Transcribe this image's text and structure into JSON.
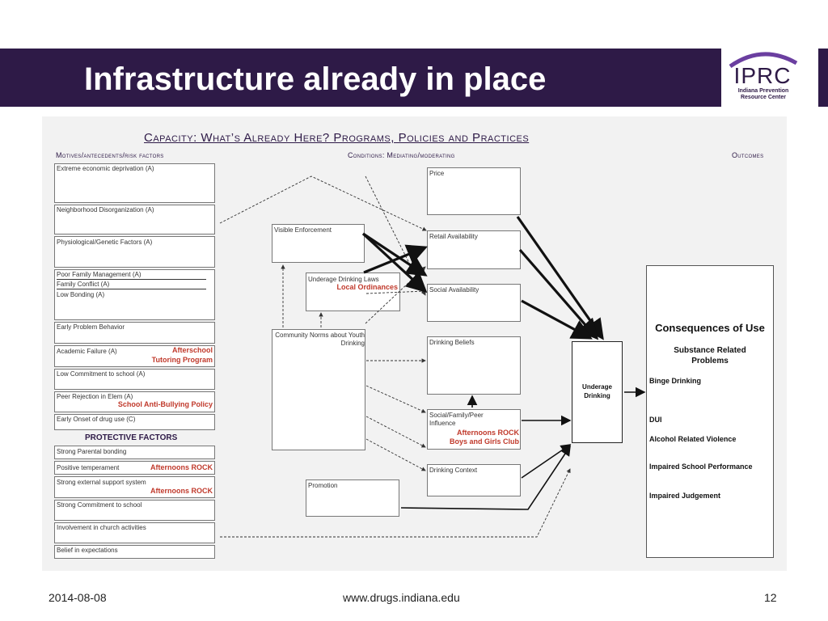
{
  "slide": {
    "title": "Infrastructure already in place",
    "logo": {
      "name": "IPRC",
      "subtitle": "Indiana Prevention Resource Center"
    },
    "colors": {
      "brand": "#2e1a47",
      "highlight": "#c0392b"
    }
  },
  "diagram": {
    "heading": "Capacity: What’s Already Here? Programs, Policies and Practices",
    "col_left": "Motives/antecedents/risk factors",
    "col_mid": "Conditions: Mediating/moderating",
    "col_right": "Outcomes",
    "risk": {
      "economic": "Extreme economic deprivation (A)",
      "neighborhood": "Neighborhood Disorganization (A)",
      "physiological": "Physiological/Genetic Factors (A)",
      "family_mgmt": "Poor Family Management (A)",
      "family_conflict": "Family Conflict (A)",
      "low_bonding": "Low Bonding (A)",
      "early_problem": "Early Problem Behavior",
      "academic": "Academic Failure (A)",
      "academic_prog1": "Afterschool",
      "academic_prog2": "Tutoring Program",
      "low_commit": "Low Commitment to school (A)",
      "peer_reject": "Peer Rejection in Elem (A)",
      "peer_prog": "School Anti-Bullying Policy",
      "early_onset": "Early Onset of drug use (C)"
    },
    "protective": {
      "heading": "PROTECTIVE FACTORS",
      "parental": "Strong Parental bonding",
      "temperament": "Positive temperament",
      "temperament_prog": "Afternoons ROCK",
      "external": "Strong external support system",
      "external_prog": "Afternoons ROCK",
      "school": "Strong Commitment to school",
      "church": "Involvement in church activities",
      "belief": "Belief in expectations"
    },
    "middle": {
      "visible_enforcement": "Visible Enforcement",
      "laws": "Underage Drinking Laws",
      "laws_prog": "Local Ordinances",
      "norms": "Community Norms about Youth Drinking",
      "promotion": "Promotion"
    },
    "conditions": {
      "price": "Price",
      "retail": "Retail Availability",
      "social": "Social Availability",
      "beliefs": "Drinking Beliefs",
      "peer": "Social/Family/Peer Influence",
      "peer_prog1": "Afternoons ROCK",
      "peer_prog2": "Boys and Girls Club",
      "context": "Drinking Context"
    },
    "center": "Underage Drinking",
    "outcomes": {
      "heading": "Consequences of Use",
      "sub": "Substance Related Problems",
      "items": [
        "Binge Drinking",
        "DUI",
        "Alcohol Related Violence",
        "Impaired School Performance",
        "Impaired Judgement"
      ]
    }
  },
  "footer": {
    "date": "2014-08-08",
    "url": "www.drugs.indiana.edu",
    "page": "12"
  }
}
